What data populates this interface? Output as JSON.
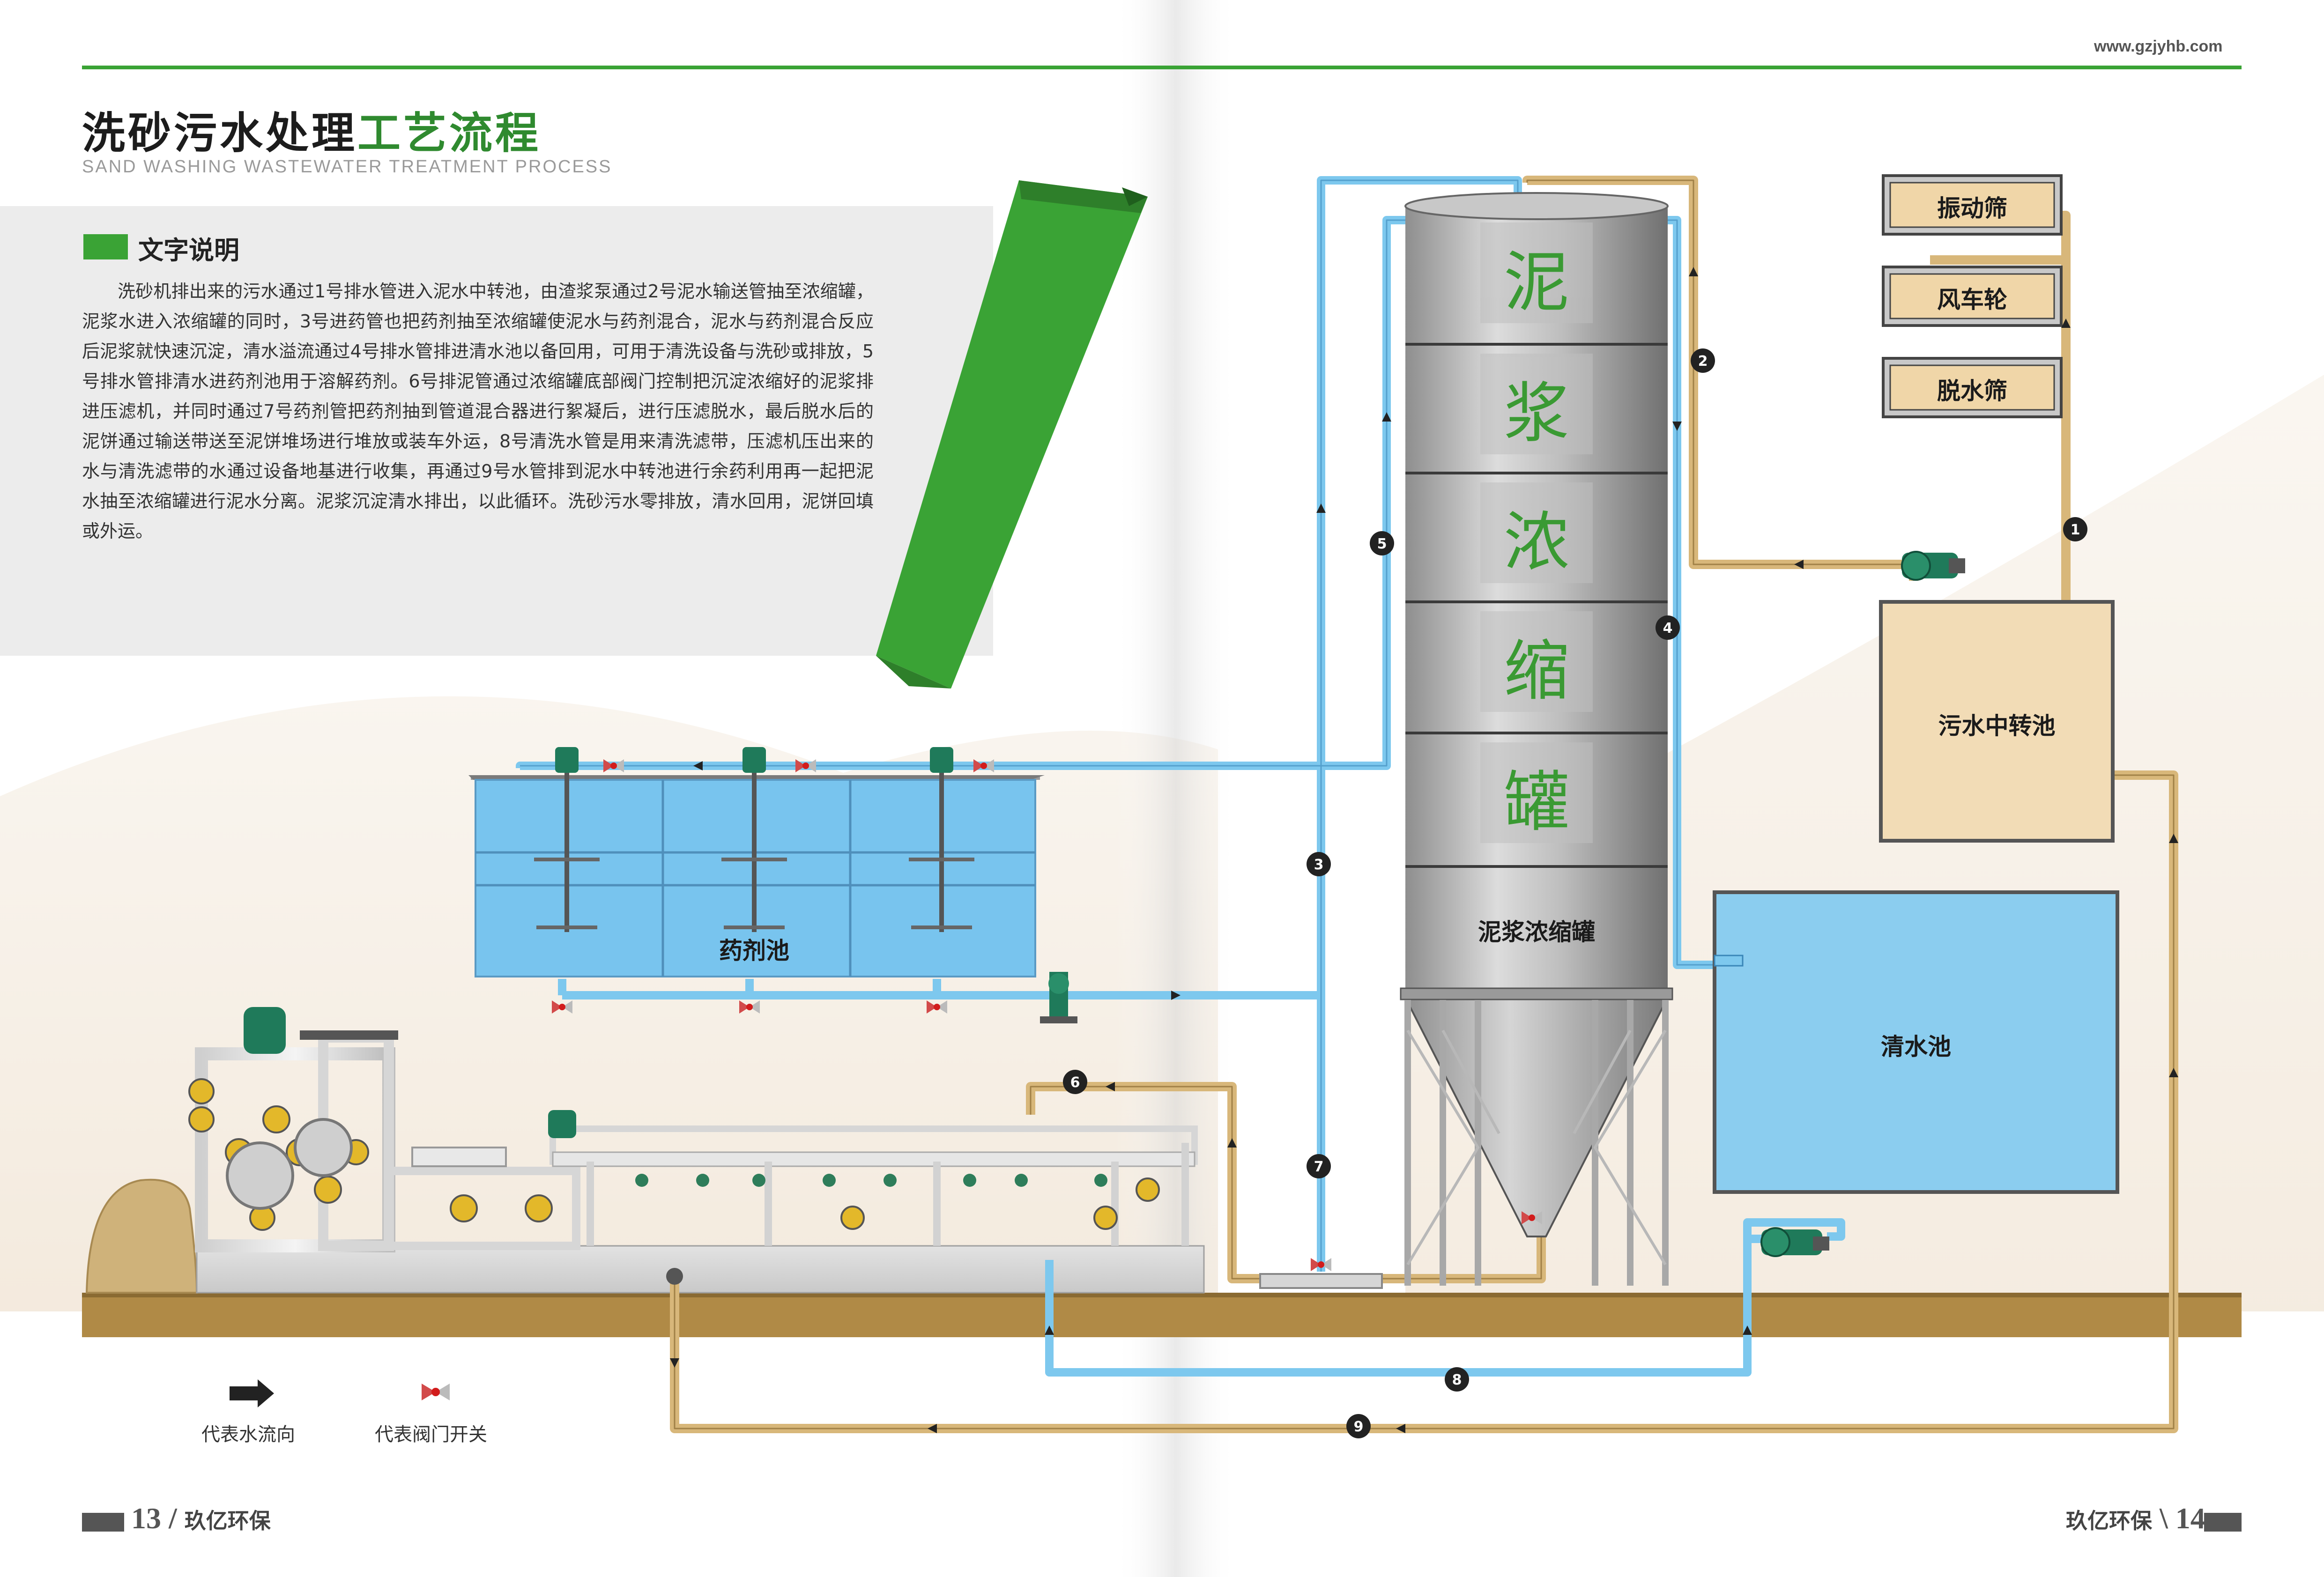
{
  "header": {
    "url": "www.gzjyhb.com",
    "title_black": "洗砂污水处理",
    "title_green": "工艺流程",
    "title_en": "SAND WASHING WASTEWATER TREATMENT PROCESS"
  },
  "description": {
    "heading": "文字说明",
    "body": "洗砂机排出来的污水通过1号排水管进入泥水中转池，由渣浆泵通过2号泥水输送管抽至浓缩罐，泥浆水进入浓缩罐的同时，3号进药管也把药剂抽至浓缩罐使泥水与药剂混合，泥水与药剂混合反应后泥浆就快速沉淀，清水溢流通过4号排水管排进清水池以备回用，可用于清洗设备与洗砂或排放，5号排水管排清水进药剂池用于溶解药剂。6号排泥管通过浓缩罐底部阀门控制把沉淀浓缩好的泥浆排进压滤机，并同时通过7号药剂管把药剂抽到管道混合器进行絮凝后，进行压滤脱水，最后脱水后的泥饼通过输送带送至泥饼堆场进行堆放或装车外运，8号清洗水管是用来清洗滤带，压滤机压出来的水与清洗滤带的水通过设备地基进行收集，再通过9号水管排到泥水中转池进行余药利用再一起把泥水抽至浓缩罐进行泥水分离。泥浆沉淀清水排出，以此循环。洗砂污水零排放，清水回用，泥饼回填或外运。"
  },
  "diagram": {
    "silo_vertical_chars": [
      "泥",
      "浆",
      "浓",
      "缩",
      "罐"
    ],
    "silo_label": "泥浆浓缩罐",
    "chem_tank_label": "药剂池",
    "clear_pool_label": "清水池",
    "transfer_pool_label": "污水中转池",
    "machines": [
      "振动筛",
      "风车轮",
      "脱水筛"
    ],
    "pipe_numbers": [
      "1",
      "2",
      "3",
      "4",
      "5",
      "6",
      "7",
      "8",
      "9"
    ]
  },
  "legend": {
    "flow_label": "代表水流向",
    "valve_label": "代表阀门开关"
  },
  "footer": {
    "left_page": "13",
    "right_page": "14",
    "brand": "玖亿环保"
  },
  "colors": {
    "green_accent": "#3aa335",
    "water_blue": "#7dc8ee",
    "pipe_tan": "#d8b77a",
    "ground": "#b08a46"
  }
}
